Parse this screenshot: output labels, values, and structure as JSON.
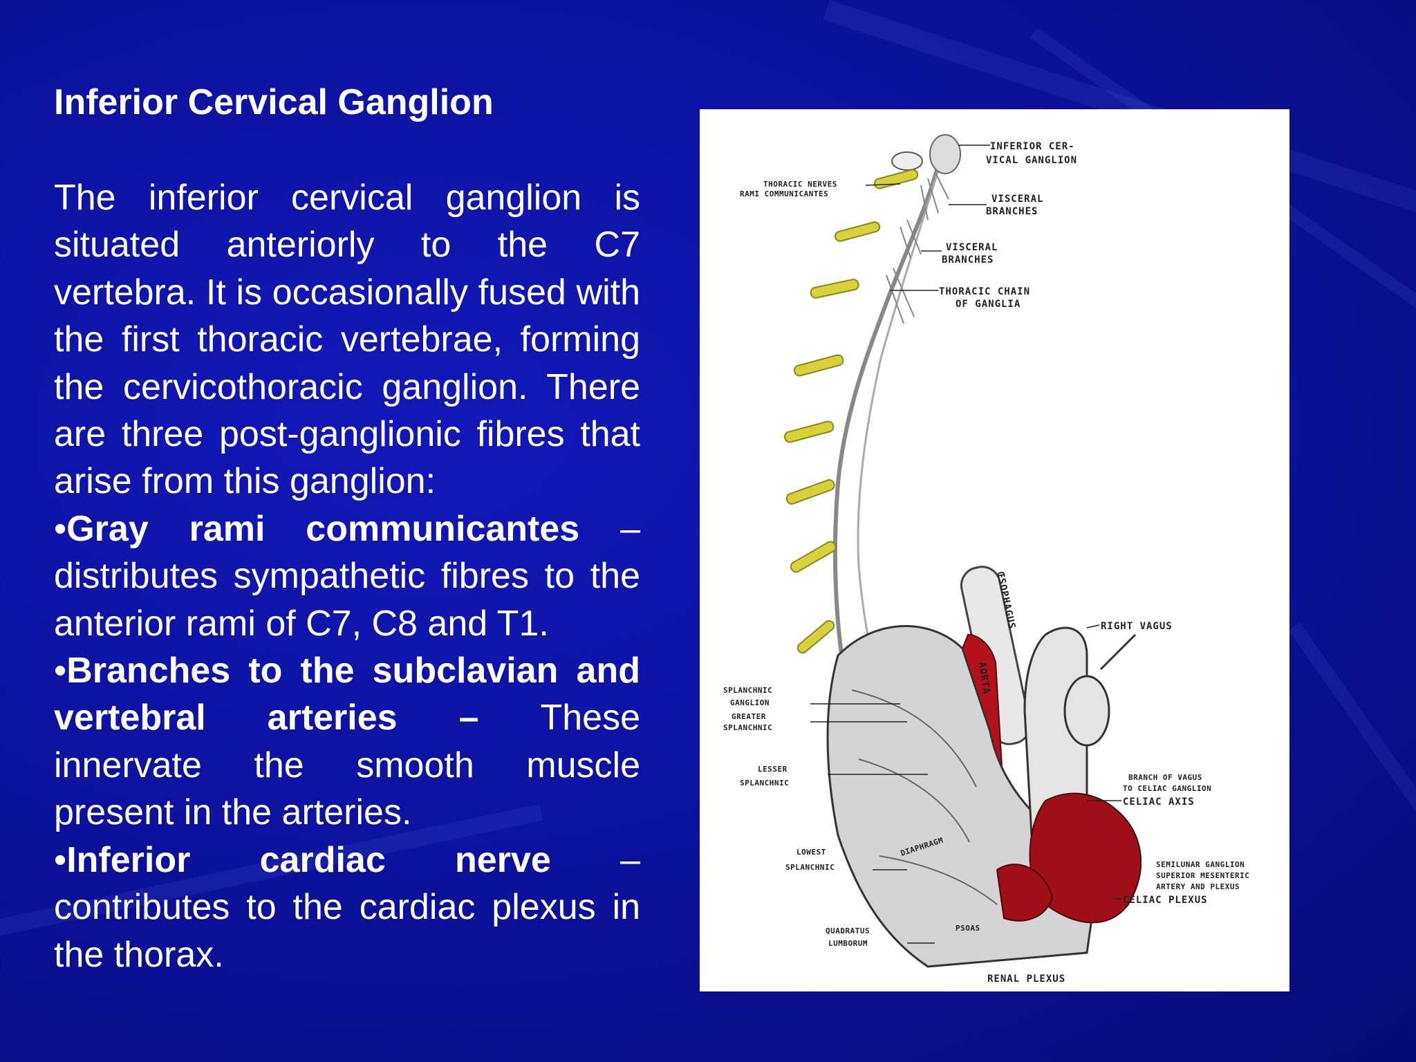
{
  "slide": {
    "title": "Inferior Cervical Ganglion",
    "intro": "The inferior cervical ganglion is situated anteriorly to the C7 vertebra. It is occasionally fused with the first thoracic vertebrae, forming the cervicothoracic ganglion. There are three post-ganglionic fibres that arise from this ganglion:",
    "bullets": [
      {
        "marker": "•",
        "term": "Gray rami communicantes",
        "dash": " – ",
        "text": "distributes sympathetic fibres to the anterior rami of C7, C8 and T1."
      },
      {
        "marker": "•",
        "term": "Branches to the subclavian and vertebral arteries – ",
        "dash": " ",
        "text": "These innervate the smooth muscle present in the arteries."
      },
      {
        "marker": "•",
        "term": "Inferior cardiac nerve",
        "dash": " – ",
        "text": "contributes to the cardiac plexus in the thorax."
      }
    ]
  },
  "figure": {
    "labels": {
      "inferior_cervical_ganglion": [
        "INFERIOR CER-",
        "VICAL GANGLION"
      ],
      "thoracic_nerves": [
        "THORACIC NERVES",
        "RAMI COMMUNICANTES"
      ],
      "visceral_branches_1": [
        "VISCERAL",
        "BRANCHES"
      ],
      "visceral_branches_2": [
        "VISCERAL",
        "BRANCHES"
      ],
      "thoracic_chain": [
        "THORACIC CHAIN",
        "OF GANGLIA"
      ],
      "oesophagus": "ŒSOPHAGUS",
      "aorta": "AORTA",
      "right_vagus": "RIGHT VAGUS",
      "splanchnic_ganglion": [
        "SPLANCHNIC",
        "GANGLION"
      ],
      "greater_splanchnic": [
        "GREATER",
        "SPLANCHNIC"
      ],
      "lesser_splanchnic": [
        "LESSER",
        "SPLANCHNIC"
      ],
      "branch_of_vagus": [
        "BRANCH OF VAGUS",
        "TO CELIAC GANGLION"
      ],
      "celiac_axis": "CELIAC AXIS",
      "diaphragm": "DIAPHRAGM",
      "lowest_splanchnic": [
        "LOWEST",
        "SPLANCHNIC"
      ],
      "semilunar_ganglion": [
        "SEMILUNAR GANGLION",
        "SUPERIOR MESENTERIC",
        "ARTERY AND PLEXUS"
      ],
      "celiac_plexus": "CELIAC PLEXUS",
      "quadratus_lumborum": [
        "QUADRATUS",
        "LUMBORUM"
      ],
      "psoas": "PSOAS",
      "renal_plexus": "RENAL PLEXUS"
    },
    "colors": {
      "nerve_root": "#d8d23a",
      "aorta": "#b3121c",
      "plexus": "#9e0f18"
    }
  }
}
